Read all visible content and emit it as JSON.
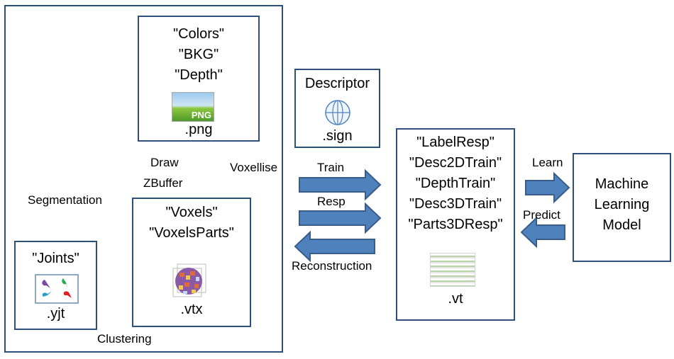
{
  "pipeline": {
    "images_box": {
      "lines": [
        "\"Colors\"",
        "\"BKG\"",
        "\"Depth\""
      ],
      "ext": ".png",
      "icon_text": "PNG"
    },
    "descriptor_box": {
      "title": "Descriptor",
      "ext": ".sign"
    },
    "voxels_box": {
      "lines": [
        "\"Voxels\"",
        "\"VoxelsParts\""
      ],
      "ext": ".vtx"
    },
    "joints_box": {
      "title": "\"Joints\"",
      "ext": ".yjt"
    },
    "training_box": {
      "lines": [
        "\"LabelResp\"",
        "\"Desc2DTrain\"",
        "\"DepthTrain\"",
        "\"Desc3DTrain\"",
        "\"Parts3DResp\""
      ],
      "ext": ".vt"
    },
    "model_box": {
      "lines": [
        "Machine",
        "Learning",
        "Model"
      ]
    }
  },
  "arrows": {
    "draw": "Draw",
    "zbuffer": "ZBuffer",
    "voxellise": "Voxellise",
    "segmentation": "Segmentation",
    "clustering": "Clustering",
    "train": "Train",
    "resp": "Resp",
    "reconstruction": "Reconstruction",
    "learn": "Learn",
    "predict": "Predict"
  },
  "colors": {
    "arrow_fill": "#4f81bd",
    "arrow_stroke": "#385d8a",
    "box_border": "#2e4f7a"
  }
}
